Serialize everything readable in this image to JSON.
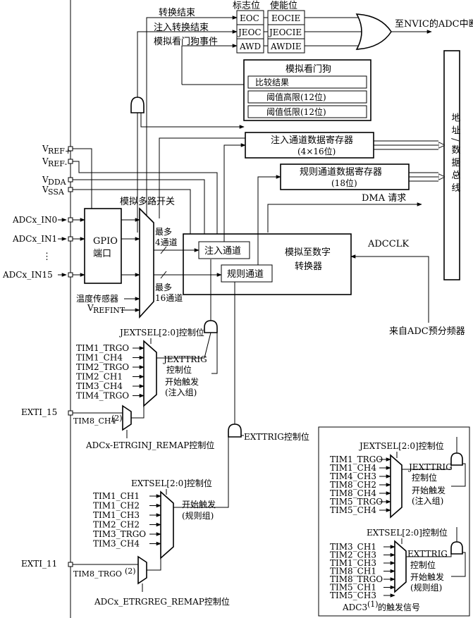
{
  "flags": {
    "header": "标志位",
    "eoc": "EOC",
    "jeoc": "JEOC",
    "awd": "AWD"
  },
  "enables": {
    "header": "使能位",
    "eocie": "EOCIE",
    "jeocie": "JEOCIE",
    "awdie": "AWDIE"
  },
  "events": {
    "conv_end": "转换结束",
    "inj_conv_end": "注入转换结束",
    "awd_event": "模拟看门狗事件"
  },
  "nvic_label": "至NVIC的ADC中断",
  "watchdog": {
    "title": "模拟看门狗",
    "compare": "比较结果",
    "high": "阈值高限(12位)",
    "low": "阈值低限(12位)"
  },
  "bus_label": "地址/数据总线",
  "inj_reg": {
    "line1": "注入通道数据寄存器",
    "line2": "(4×16位)"
  },
  "reg_reg": {
    "line1": "规则通道数据寄存器",
    "line2": "(18位)"
  },
  "dma_label": "DMA 请求",
  "adcclk": "ADCCLK",
  "prescaler": "来自ADC预分频器",
  "pins": {
    "vref_plus": "V",
    "vref_plus_sub": "REF+",
    "vref_minus": "V",
    "vref_minus_sub": "REF-",
    "vdda": "V",
    "vdda_sub": "DDA",
    "vssa": "V",
    "vssa_sub": "SSA",
    "in0": "ADCx_IN0",
    "in1": "ADCx_IN1",
    "dots": "⋮",
    "in15": "ADCx_IN15",
    "exti15": "EXTI_15",
    "exti11": "EXTI_11"
  },
  "gpio": {
    "line1": "GPIO",
    "line2": "端口"
  },
  "temp_sensor": "温度传感器",
  "vrefint": "V",
  "vrefint_sub": "REFINT",
  "mux_label": "模拟多路开关",
  "max4": {
    "line1": "最多",
    "line2": "4通道"
  },
  "max16": {
    "line1": "最多",
    "line2": "16通道"
  },
  "adc": {
    "inj_channel": "注入通道",
    "reg_channel": "规则通道",
    "line1": "模拟至数字",
    "line2": "转换器"
  },
  "inj_trigger": {
    "sel": "JEXTSEL[2:0]控制位",
    "sources": [
      "TIM1_TRGO",
      "TIM1_CH4",
      "TIM2_TRGO",
      "TIM2_CH1",
      "TIM3_CH4",
      "TIM4_TRGO"
    ],
    "jexttrig1": "JEXTTRIG",
    "jexttrig2": "控制位",
    "start1": "开始触发",
    "start2": "(注入组)",
    "tim8": "TIM8_CH4",
    "tim8_sup": "(2)",
    "remap": "ADCx-ETRGINJ_REMAP控制位"
  },
  "reg_trigger": {
    "exttrig": "EXTTRIG控制位",
    "sel": "EXTSEL[2:0]控制位",
    "sources": [
      "TIM1_CH1",
      "TIM1_CH2",
      "TIM1_CH3",
      "TIM2_CH2",
      "TIM3_TRGO",
      "TIM3_CH4"
    ],
    "start1": "开始触发",
    "start2": "(规则组)",
    "tim8": "TIM8_TRGO",
    "tim8_sup": "(2)",
    "remap": "ADCx_ETRGREG_REMAP控制位"
  },
  "adc3": {
    "inj_sel": "JEXTSEL[2:0]控制位",
    "inj_sources": [
      "TIM1_TRGO",
      "TIM1_CH4",
      "TIM4_CH3",
      "TIM8_CH2",
      "TIM8_CH4",
      "TIM5_TRGO",
      "TIM5_CH4"
    ],
    "jexttrig1": "JEXTTRIG",
    "jexttrig2": "控制位",
    "inj_start1": "开始触发",
    "inj_start2": "(注入组)",
    "reg_sel": "EXTSEL[2:0]控制位",
    "reg_sources": [
      "TIM3_CH1",
      "TIM2_CH3",
      "TIM1_CH3",
      "TIM8_CH1",
      "TIM8_TRGO",
      "TIM5_CH1",
      "TIM5_CH3"
    ],
    "exttrig1": "EXTTRIG",
    "exttrig2": "控制位",
    "reg_start1": "开始触发",
    "reg_start2": "(规则组)",
    "caption": "ADC3",
    "caption_sup": "(1)",
    "caption_tail": "的触发信号"
  }
}
